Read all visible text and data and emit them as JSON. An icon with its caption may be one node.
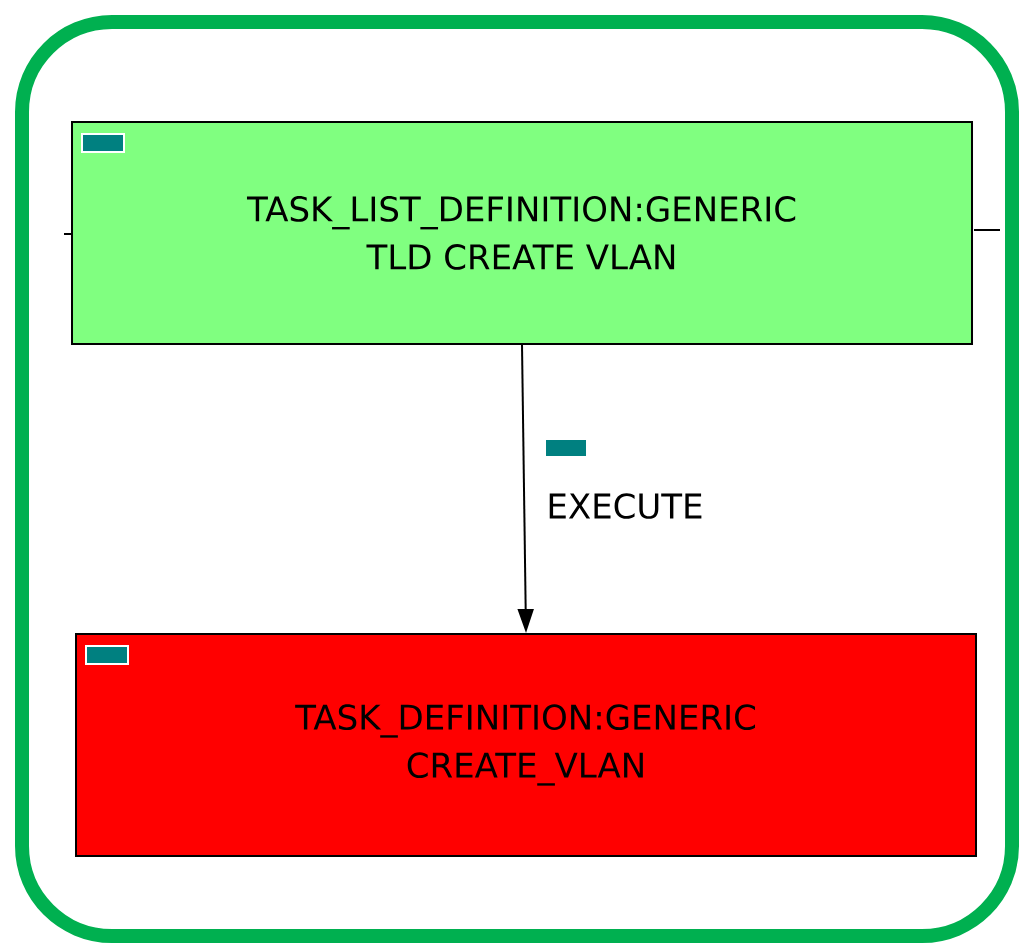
{
  "diagram": {
    "nodes": [
      {
        "text": [
          "TASK_LIST_DEFINITION:GENERIC",
          "TLD CREATE VLAN"
        ]
      },
      {
        "text": [
          "TASK_DEFINITION:GENERIC",
          "CREATE_VLAN"
        ]
      }
    ],
    "edges": [
      {
        "from": 0,
        "to": 1,
        "arrow": "to",
        "label": "EXECUTE"
      }
    ]
  }
}
